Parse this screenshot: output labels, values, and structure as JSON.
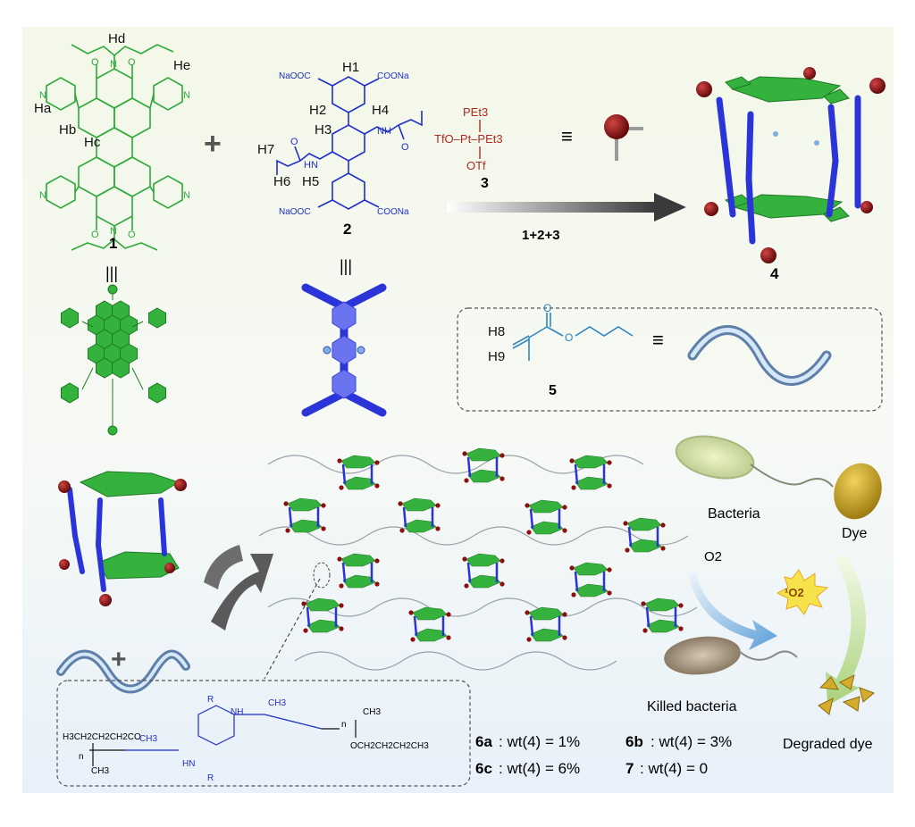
{
  "compound1": {
    "number": "1",
    "protons": [
      "Ha",
      "Hb",
      "Hc",
      "Hd",
      "He"
    ],
    "equiv": "|||"
  },
  "compound2": {
    "number": "2",
    "groups": [
      "NaOOC",
      "COONa",
      "NaOOC",
      "COONa",
      "HN",
      "NH",
      "O",
      "O"
    ],
    "protons": [
      "H1",
      "H2",
      "H3",
      "H4",
      "H5",
      "H6",
      "H7"
    ],
    "equiv": "|||"
  },
  "compound3": {
    "number": "3",
    "line_top": "PEt3",
    "line_mid": "TfO–Pt–PEt3",
    "line_bot": "OTf",
    "equiv": "≡"
  },
  "reaction": {
    "label": "1+2+3"
  },
  "compound4": {
    "number": "4"
  },
  "compound5": {
    "number": "5",
    "protons": [
      "H8",
      "H9"
    ],
    "atoms": [
      "O",
      "O"
    ],
    "equiv": "≡"
  },
  "plus_signs": [
    "+",
    "+"
  ],
  "photo": {
    "o2_label": "O2",
    "singlet_label": "¹O2",
    "bacteria_label": "Bacteria",
    "dye_label": "Dye",
    "killed_label": "Killed bacteria",
    "degraded_label": "Degraded dye"
  },
  "polymer": {
    "left_group": "H3CH2CH2CH2CO",
    "right_group": "OCH2CH2CH2CH3",
    "r_label": "R",
    "n_label": "n",
    "nh": "NH",
    "hn": "HN",
    "ch3": "CH3"
  },
  "formulations": [
    {
      "id": "6a",
      "text": ": wt(4) = 1%"
    },
    {
      "id": "6b",
      "text": ": wt(4) = 3%"
    },
    {
      "id": "6c",
      "text": ": wt(4) = 6%"
    },
    {
      "id": "7",
      "text": ": wt(4) = 0"
    }
  ],
  "colors": {
    "green": "#2fa83a",
    "blue": "#1f2fc8",
    "dark_red": "#8a1010",
    "grey_arrow": "#444444",
    "light_blue": "#7fb2e0",
    "light_green": "#b7d98f"
  }
}
